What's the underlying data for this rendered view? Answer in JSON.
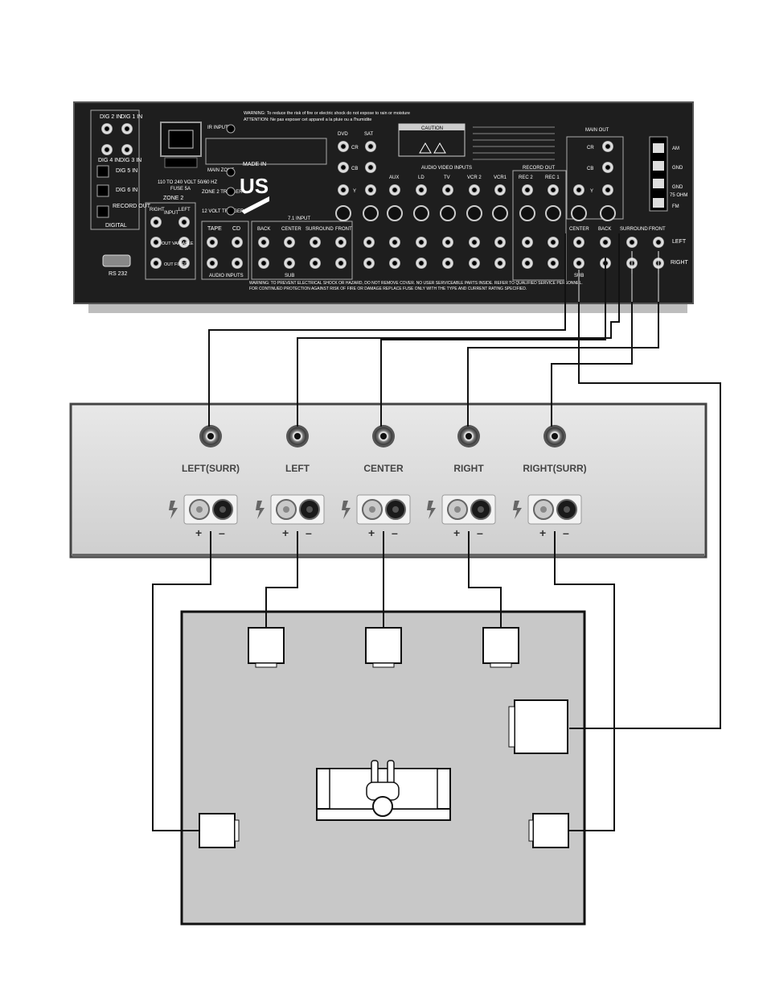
{
  "receiver": {
    "digital": {
      "dig2_in": "DIG 2 IN",
      "dig1_in": "DIG 1 IN",
      "dig4_in": "DIG 4 IN",
      "dig3_in": "DIG 3 IN",
      "dig5_in": "DIG 5 IN",
      "dig6_in": "DIG 6 IN",
      "record_out": "RECORD OUT",
      "section": "DIGITAL"
    },
    "power_label": "110 TO 240 VOLT 50/60 HZ",
    "fuse_label": "FUSE 5A",
    "ir_input": "IR INPUT",
    "main_zone": "MAIN ZONE",
    "zone2_trigger": "ZONE 2 TRIGGER",
    "volt12_trigger": "12 VOLT TRIGGER",
    "made_in": "MADE IN",
    "made_in_logo": "US",
    "zone2": {
      "section": "ZONE 2",
      "right": "RIGHT",
      "input": "INPUT",
      "left": "LEFT",
      "out_variable": "OUT VARIABLE",
      "out_fixed": "OUT FIXED"
    },
    "audio_inputs": {
      "section": "AUDIO INPUTS",
      "tape": "TAPE",
      "cd": "CD"
    },
    "input71": {
      "section": "7.1 INPUT",
      "back": "BACK",
      "center": "CENTER",
      "surround": "SURROUND",
      "front": "FRONT",
      "sub": "SUB"
    },
    "audio_video_inputs": {
      "section": "AUDIO VIDEO INPUTS",
      "dvd": "DVD",
      "sat": "SAT",
      "aux": "AUX",
      "ld": "LD",
      "tv": "TV",
      "vcr2": "VCR 2",
      "vcr1": "VCR1",
      "cr": "CR",
      "cb": "CB",
      "y": "Y"
    },
    "record_out": {
      "section": "RECORD OUT",
      "rec2": "REC 2",
      "rec1": "REC 1"
    },
    "main_out": {
      "section": "MAIN OUT",
      "cr": "CR",
      "cb": "CB",
      "y": "Y",
      "center": "CENTER",
      "back": "BACK",
      "surround": "SURROUND",
      "front": "FRONT",
      "left": "LEFT",
      "right": "RIGHT",
      "sub": "SUB"
    },
    "antenna": {
      "am": "AM",
      "gnd1": "GND",
      "gnd2": "GND",
      "ohm75": "75 OHM",
      "fm": "FM"
    },
    "rs232": "RS 232",
    "warning_top": "WARNING: To reduce the risk of fire or electric shock do not expose to rain or moisture",
    "attention_top": "ATTENTION: Ne pas exposer cet appareil a la pluie ou a l'humidite",
    "caution": "CAUTION",
    "warning_bottom": "WARNING: TO PREVENT ELECTRICAL SHOCK OR HAZARD, DO NOT REMOVE COVER. NO USER SERVICEABLE PARTS INSIDE. REFER TO QUALIFIED SERVICE PERSONNEL.",
    "warning_bottom2": "FOR CONTINUED PROTECTION AGAINST RISK OF FIRE OR DAMAGE REPLACE FUSE ONLY WITH THE TYPE AND CURRENT RATING SPECIFIED."
  },
  "amplifier": {
    "channels": [
      {
        "label": "LEFT(SURR)"
      },
      {
        "label": "LEFT"
      },
      {
        "label": "CENTER"
      },
      {
        "label": "RIGHT"
      },
      {
        "label": "RIGHT(SURR)"
      }
    ],
    "plus": "+",
    "minus": "–"
  },
  "room": {
    "speakers": [
      "front-left",
      "center",
      "front-right",
      "subwoofer",
      "surround-left",
      "surround-right"
    ]
  },
  "colors": {
    "wire": "#111111",
    "chassis": "#1e1e1e",
    "amp_panel": "#dcdcdc",
    "room_fill": "#c8c8c8",
    "speaker_fill": "#ffffff"
  }
}
